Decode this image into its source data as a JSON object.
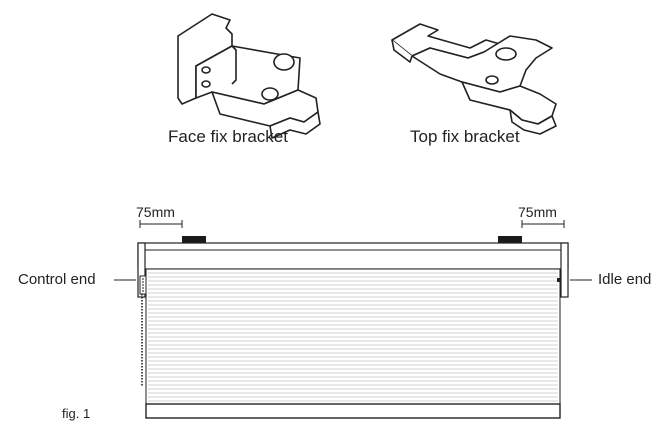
{
  "brackets": {
    "face_fix_label": "Face fix bracket",
    "top_fix_label": "Top fix bracket"
  },
  "dimensions": {
    "left_offset": "75mm",
    "right_offset": "75mm"
  },
  "ends": {
    "control_label": "Control end",
    "idle_label": "Idle end"
  },
  "figure_label": "fig. 1",
  "colors": {
    "stroke": "#222222",
    "bracket_fill": "#1a1a1a",
    "fabric_lines": "#cfcfcf"
  }
}
